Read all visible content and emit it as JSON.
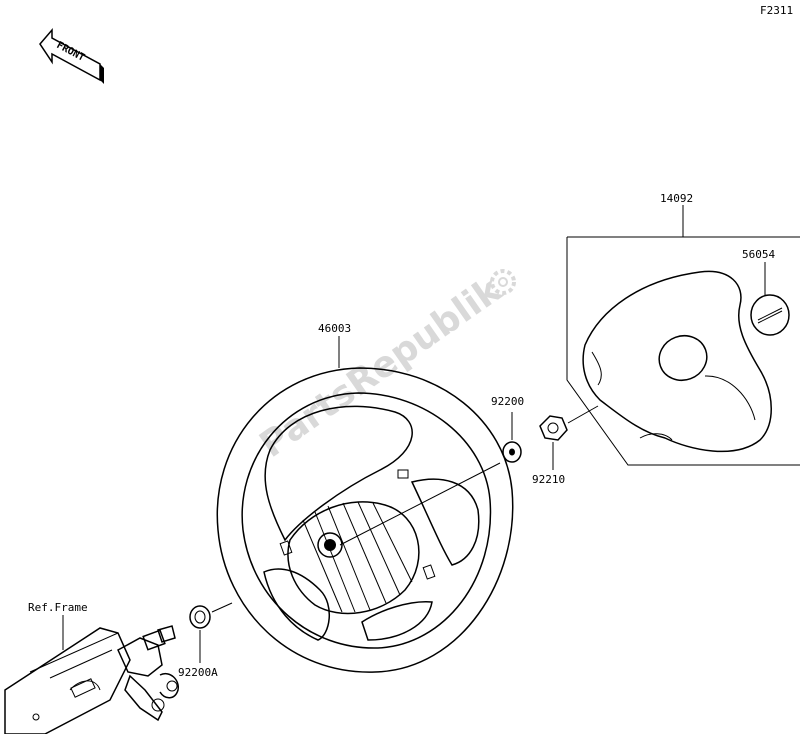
{
  "figure_code": "F2311",
  "front_arrow_text": "FRONT",
  "watermark": "PartsRepublik",
  "labels": {
    "cover_assembly": "14092",
    "emblem": "56054",
    "steering_wheel": "46003",
    "washer_upper": "92200",
    "nut": "92210",
    "washer_lower": "92200A",
    "frame_ref": "Ref.Frame"
  }
}
